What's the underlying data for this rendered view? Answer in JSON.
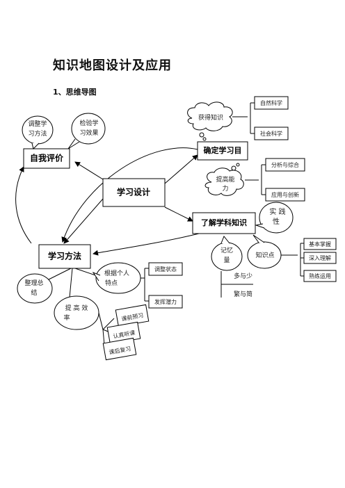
{
  "title": "知识地图设计及应用",
  "subtitle": "1、思维导图",
  "nodes": {
    "center": "学习设计",
    "self_eval": "自我评价",
    "confirm_goal": "确定学习目",
    "understand": "了解学科知识",
    "method": "学习方法"
  },
  "bubbles": {
    "adjust_method": [
      "调整学",
      "习方法"
    ],
    "check_effect": [
      "检验学",
      "习效果"
    ],
    "gain_knowledge": "获得知识",
    "improve_ability": [
      "提高能",
      "力"
    ],
    "practicality": [
      "实  践",
      "性"
    ],
    "memory": [
      "记忆",
      "量"
    ],
    "knowledge_point": "知识点",
    "summarize": [
      "整理总",
      "结"
    ],
    "by_person": [
      "根据个人",
      "特点"
    ],
    "efficiency": [
      "提 高 效",
      "率"
    ]
  },
  "leaves": {
    "natural_science": "自然科学",
    "social_science": "社会科学",
    "analysis": "分析与综合",
    "application": "应用与创新",
    "basic_master": "基本掌握",
    "deep_understand": "深入理解",
    "skilled_use": "熟练运用",
    "more_less": "多与少",
    "hard_easy": "繁与简",
    "adjust_state": "调整状态",
    "potential": "发挥潜力",
    "preview": "课前预习",
    "listen": "认真听课",
    "review": "课后复习"
  }
}
